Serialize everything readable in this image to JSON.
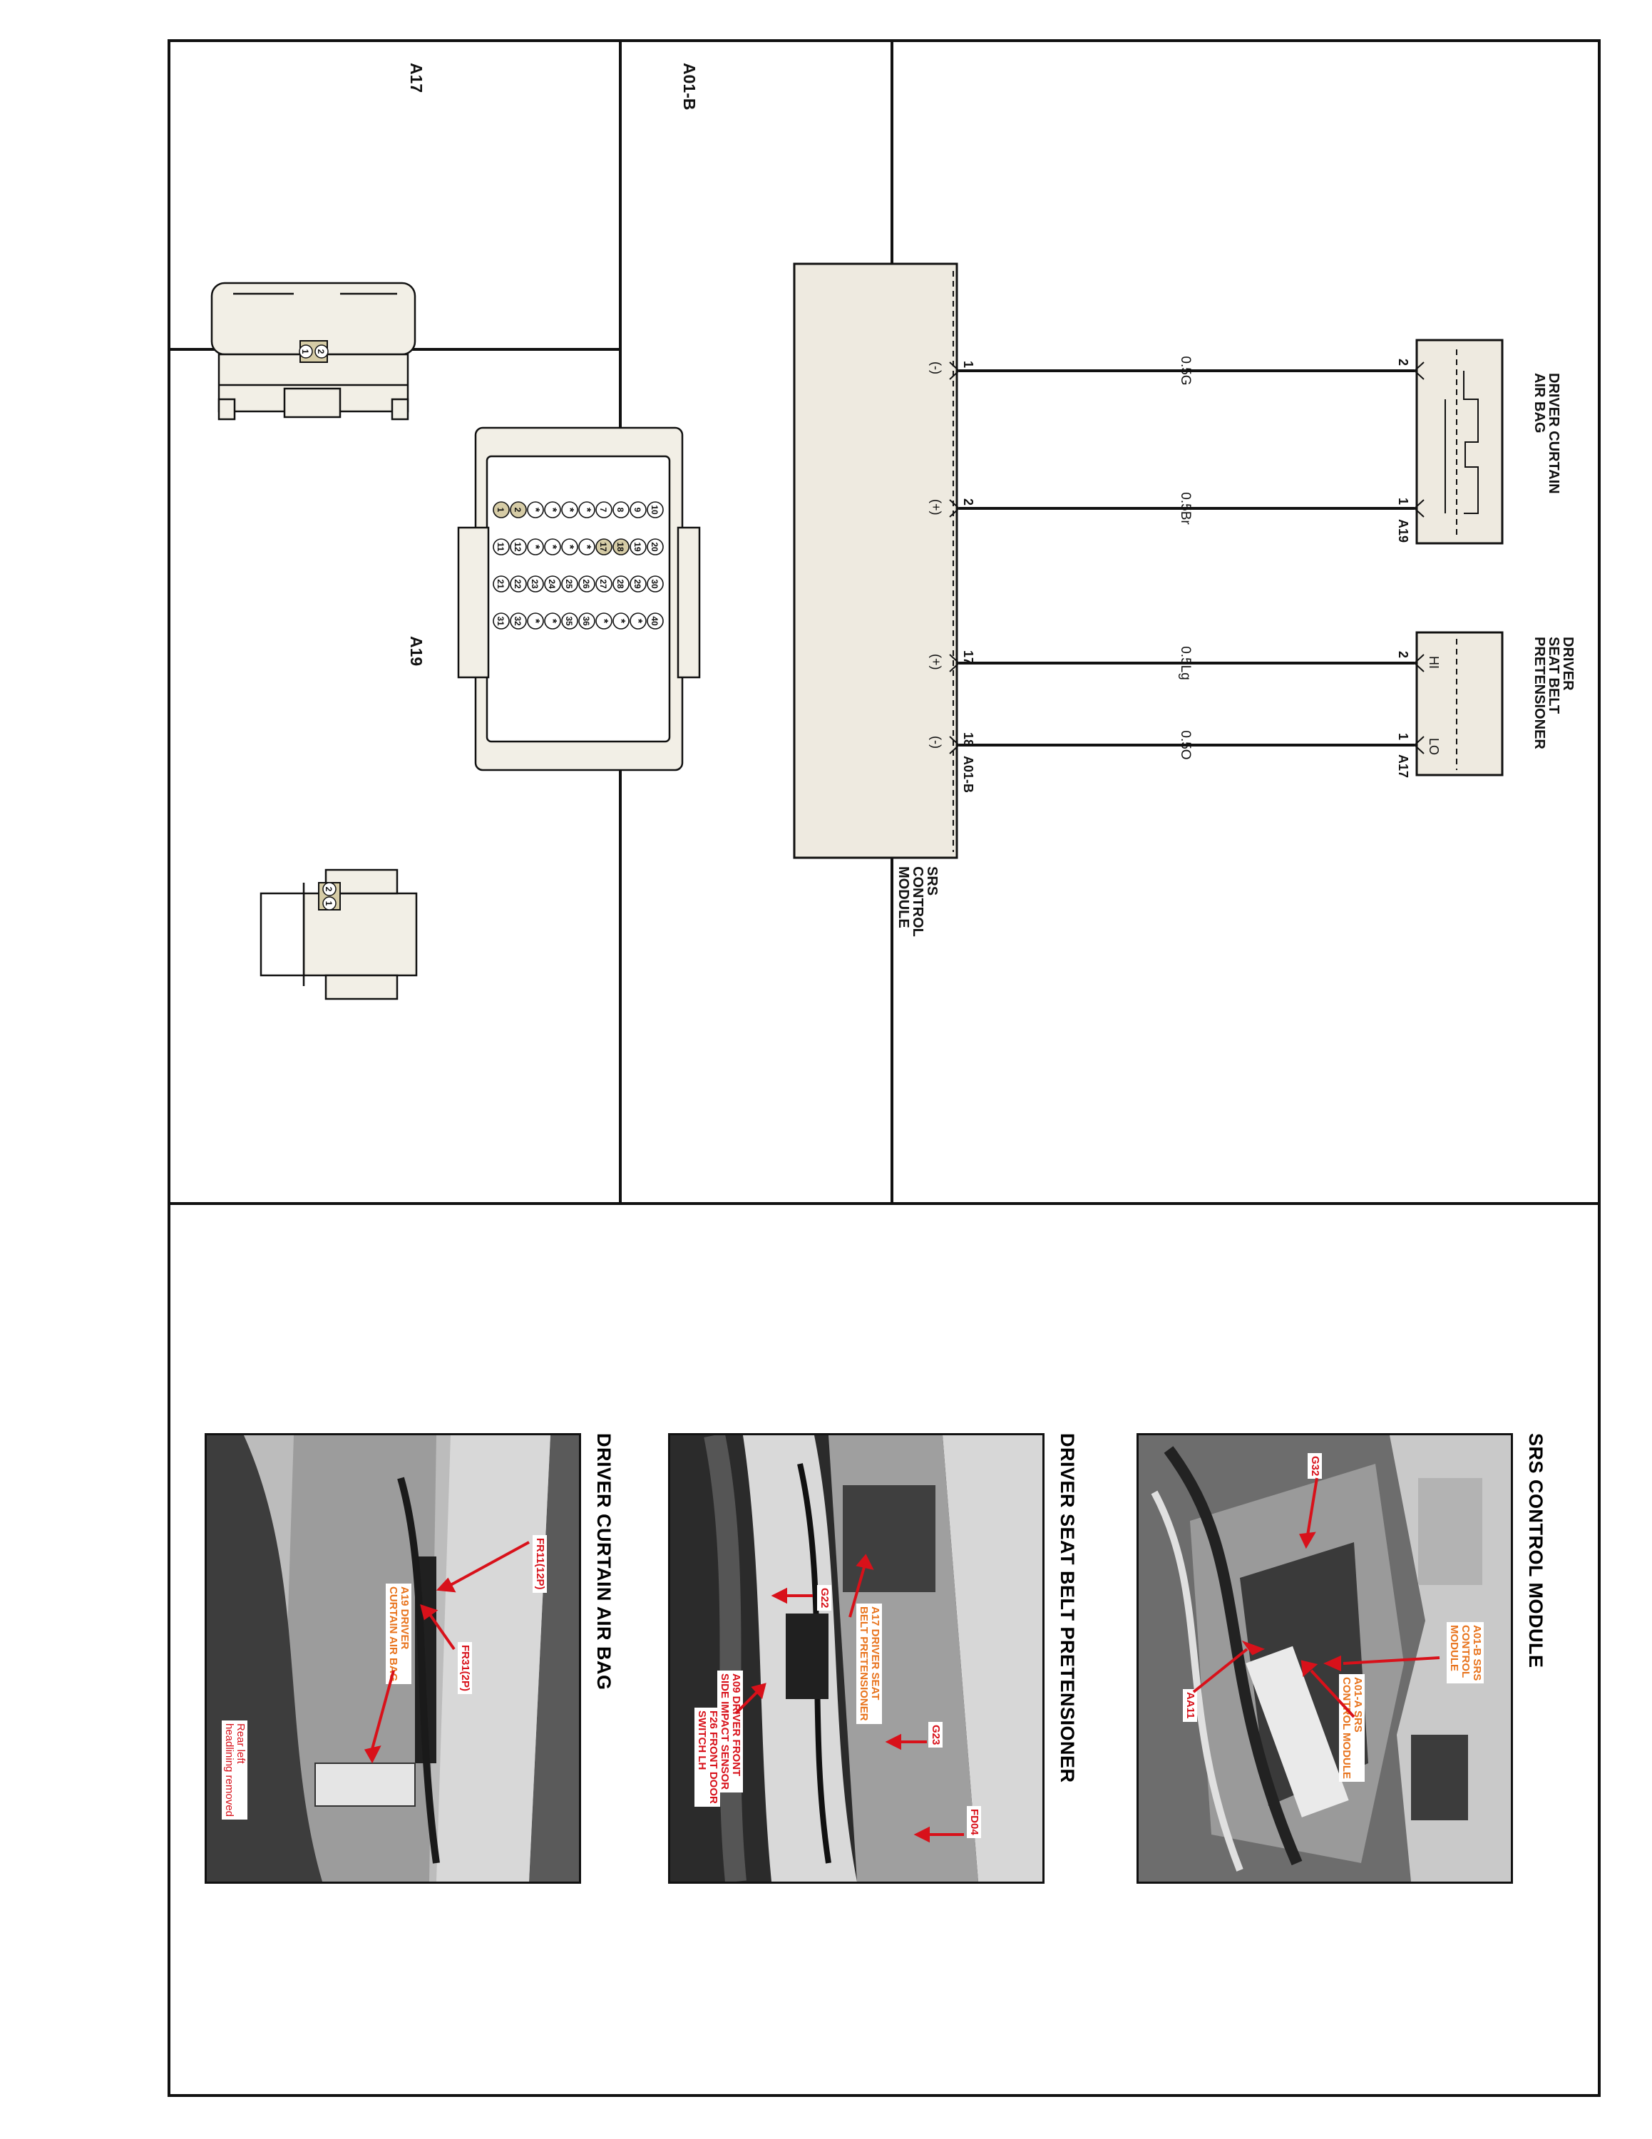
{
  "connectors": {
    "a17": {
      "label": "A17",
      "pins": [
        "2",
        "1"
      ]
    },
    "a01b": {
      "label": "A01-B",
      "rows": [
        [
          "10",
          "9",
          "8",
          "7",
          "*",
          "*",
          "*",
          "*",
          "2",
          "1"
        ],
        [
          "20",
          "19",
          "18",
          "17",
          "*",
          "*",
          "*",
          "*",
          "12",
          "11"
        ],
        [
          "30",
          "29",
          "28",
          "27",
          "26",
          "25",
          "24",
          "23",
          "22",
          "21"
        ],
        [
          "40",
          "*",
          "*",
          "*",
          "36",
          "35",
          "*",
          "*",
          "32",
          "31"
        ]
      ],
      "highlighted": [
        "1",
        "2",
        "17",
        "18"
      ]
    },
    "a19": {
      "label": "A19",
      "pins": [
        "2",
        "1"
      ]
    }
  },
  "schematic": {
    "curtain_airbag": {
      "name": "DRIVER CURTAIN\nAIR BAG",
      "connector": "A19",
      "pin_left": "2",
      "pin_right": "1"
    },
    "pretensioner": {
      "name": "DRIVER\nSEAT BELT\nPRETENSIONER",
      "connector": "A17",
      "pin_left": "2",
      "pin_right": "1",
      "hi": "HI",
      "lo": "LO"
    },
    "module": {
      "name": "SRS\nCONTROL\nMODULE",
      "connector": "A01-B"
    },
    "wires": [
      {
        "color_code": "0.5G",
        "module_pin": "1",
        "polarity": "(-)"
      },
      {
        "color_code": "0.5Br",
        "module_pin": "2",
        "polarity": "(+)"
      },
      {
        "color_code": "0.5Lg",
        "module_pin": "17",
        "polarity": "(+)"
      },
      {
        "color_code": "0.5O",
        "module_pin": "18",
        "polarity": "(-)"
      }
    ],
    "colors": {
      "body_fill": "#eeeae0",
      "pin_highlight": "#d6cca6",
      "line": "#111111"
    }
  },
  "photos": [
    {
      "title": "SRS CONTROL MODULE",
      "tags": [
        {
          "text": "A01-B SRS\nCONTROL\nMODULE",
          "kind": "orange"
        },
        {
          "text": "A01-A SRS\nCONTROL MODULE",
          "kind": "orange"
        },
        {
          "text": "G32",
          "kind": "red"
        },
        {
          "text": "AA11",
          "kind": "red"
        }
      ]
    },
    {
      "title": "DRIVER SEAT BELT PRETENSIONER",
      "tags": [
        {
          "text": "FD04",
          "kind": "red"
        },
        {
          "text": "G23",
          "kind": "red"
        },
        {
          "text": "A17 DRIVER SEAT\nBELT PRETENSIONER",
          "kind": "orange"
        },
        {
          "text": "G22",
          "kind": "red"
        },
        {
          "text": "A09 DRIVER FRONT\nSIDE IMPACT SENSOR",
          "kind": "red"
        },
        {
          "text": "F26 FRONT DOOR\nSWITCH LH",
          "kind": "red"
        }
      ]
    },
    {
      "title": "DRIVER CURTAIN AIR BAG",
      "tags": [
        {
          "text": "FR11(12P)",
          "kind": "red"
        },
        {
          "text": "FR31(2P)",
          "kind": "red"
        },
        {
          "text": "A19 DRIVER\nCURTAIN AIR BAG",
          "kind": "orange"
        },
        {
          "text": "Rear left\nheadlining removed",
          "kind": "note"
        }
      ]
    }
  ]
}
